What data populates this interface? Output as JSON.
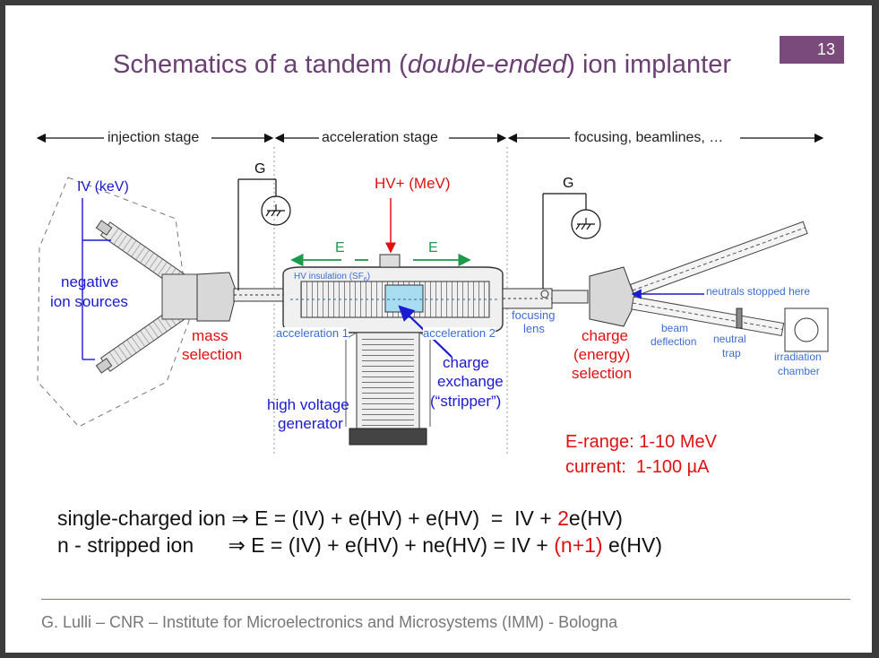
{
  "slide": {
    "page_number": "13",
    "title_part1": "Schematics of a tandem (",
    "title_italic": "double-ended",
    "title_part2": ") ion implanter"
  },
  "stages": {
    "injection": "injection stage",
    "acceleration": "acceleration stage",
    "focusing": "focusing, beamlines, …"
  },
  "labels": {
    "iv_kev": "IV (keV)",
    "g_left": "G",
    "g_right": "G",
    "hv_plus": "HV+ (MeV)",
    "e_vec_left": "E",
    "e_vec_right": "E",
    "hv_insulation": "HV insulation (SF",
    "hv_insulation_sub": "6",
    "negative": "negative",
    "ion_sources": "ion sources",
    "mass": "mass",
    "selection": "selection",
    "acceleration1": "acceleration 1",
    "acceleration2": "acceleration 2",
    "charge": "charge",
    "exchange": "exchange",
    "stripper": "(“stripper”)",
    "high_voltage": "high voltage",
    "generator": "generator",
    "focusing": "focusing",
    "lens": "lens",
    "charge2": "charge",
    "energy": "(energy)",
    "selection2": "selection",
    "beam": "beam",
    "deflection": "deflection",
    "neutral": "neutral",
    "trap": "trap",
    "neutrals_stopped": "neutrals stopped here",
    "irradiation": "irradiation",
    "chamber": "chamber"
  },
  "specs": {
    "e_range": "E-range: 1-10 MeV",
    "current": "current:  1-100 µA"
  },
  "equations": {
    "line1_a": "single-charged ion ⇒ E = (IV) + e(HV) + e(HV)  =  IV + ",
    "line1_red": "2",
    "line1_b": "e(HV)",
    "line2_a": "n - stripped ion      ⇒ E = (IV) + e(HV) + ne(HV) = IV + ",
    "line2_red": "(n+1)",
    "line2_b": " e(HV)"
  },
  "footer": "G. Lulli – CNR – Institute for Microelectronics and Microsystems (IMM) - Bologna",
  "colors": {
    "title": "#6b3f73",
    "page_badge": "#7a4a7a",
    "annotation_blue": "#1a1ad0",
    "annotation_red": "#e01010",
    "field_green": "#1a9a4a"
  }
}
